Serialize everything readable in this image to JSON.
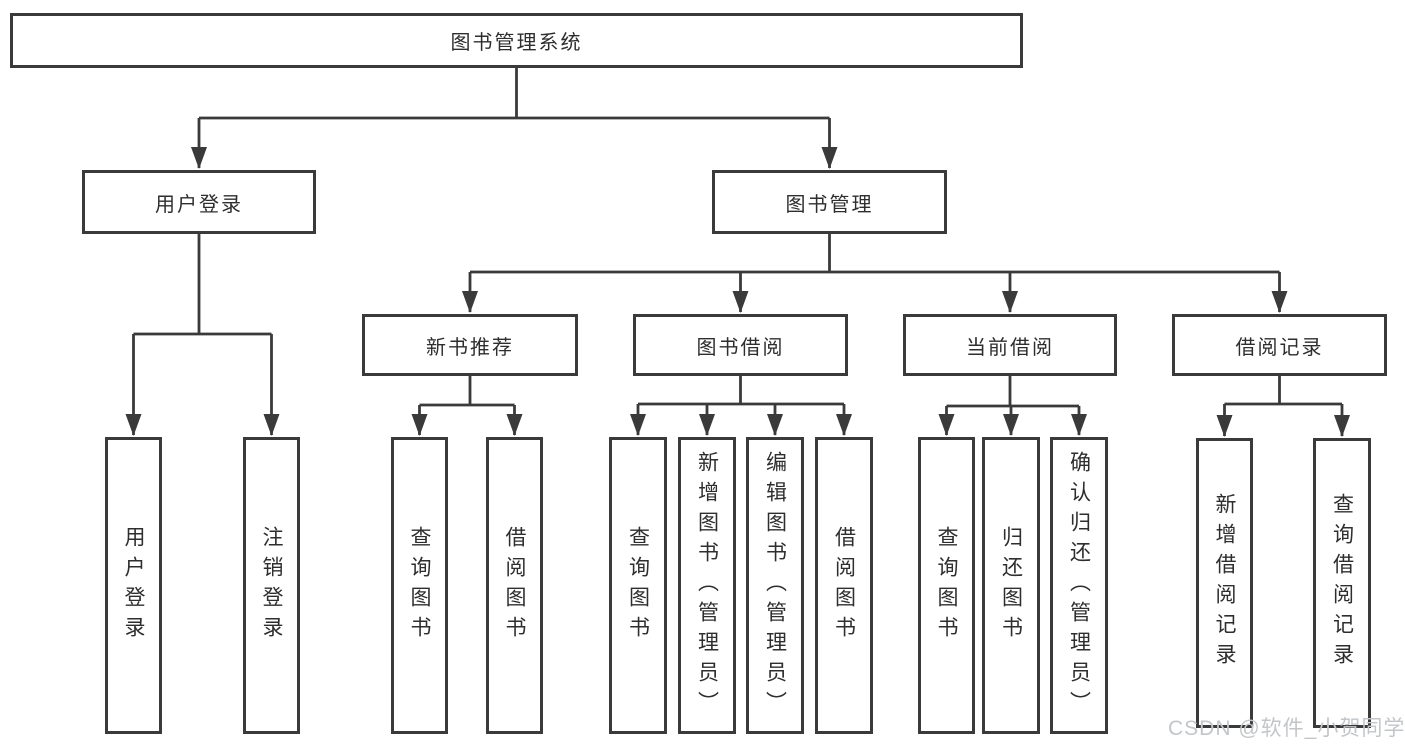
{
  "diagram_title": "图书管理系统",
  "colors": {
    "line": "#3a3a3a",
    "box_border": "#3a3a3a",
    "text": "#2e2e2e",
    "background": "#ffffff",
    "watermark": "#c3c6c9"
  },
  "nodes": {
    "root": {
      "label": "图书管理系统"
    },
    "user-login": {
      "label": "用户登录"
    },
    "book-mgmt": {
      "label": "图书管理"
    },
    "new-book-rec": {
      "label": "新书推荐"
    },
    "book-borrow": {
      "label": "图书借阅"
    },
    "current-borrow": {
      "label": "当前借阅"
    },
    "borrow-records": {
      "label": "借阅记录"
    },
    "leaf-user-login": {
      "label": "用户登录"
    },
    "leaf-logout": {
      "label": "注销登录"
    },
    "leaf-query-book-1": {
      "label": "查询图书"
    },
    "leaf-borrow-book-1": {
      "label": "借阅图书"
    },
    "leaf-query-book-2": {
      "label": "查询图书"
    },
    "leaf-add-book": {
      "label": "新增图书（管理员）"
    },
    "leaf-edit-book": {
      "label": "编辑图书（管理员）"
    },
    "leaf-borrow-book-2": {
      "label": "借阅图书"
    },
    "leaf-query-book-3": {
      "label": "查询图书"
    },
    "leaf-return-book": {
      "label": "归还图书"
    },
    "leaf-confirm-return": {
      "label": "确认归还（管理员）"
    },
    "leaf-add-record": {
      "label": "新增借阅记录"
    },
    "leaf-query-record": {
      "label": "查询借阅记录"
    }
  },
  "tree": {
    "id": "root",
    "children": [
      {
        "id": "user-login",
        "children": [
          {
            "id": "leaf-user-login"
          },
          {
            "id": "leaf-logout"
          }
        ]
      },
      {
        "id": "book-mgmt",
        "children": [
          {
            "id": "new-book-rec",
            "children": [
              {
                "id": "leaf-query-book-1"
              },
              {
                "id": "leaf-borrow-book-1"
              }
            ]
          },
          {
            "id": "book-borrow",
            "children": [
              {
                "id": "leaf-query-book-2"
              },
              {
                "id": "leaf-add-book"
              },
              {
                "id": "leaf-edit-book"
              },
              {
                "id": "leaf-borrow-book-2"
              }
            ]
          },
          {
            "id": "current-borrow",
            "children": [
              {
                "id": "leaf-query-book-3"
              },
              {
                "id": "leaf-return-book"
              },
              {
                "id": "leaf-confirm-return"
              }
            ]
          },
          {
            "id": "borrow-records",
            "children": [
              {
                "id": "leaf-add-record"
              },
              {
                "id": "leaf-query-record"
              }
            ]
          }
        ]
      }
    ]
  },
  "watermark": {
    "text": "CSDN @软件_小贺同学"
  }
}
